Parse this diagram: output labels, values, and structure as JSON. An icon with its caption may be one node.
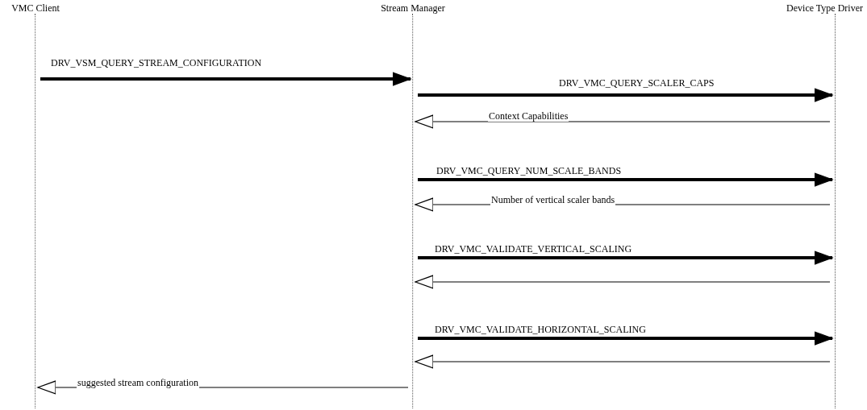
{
  "diagram": {
    "nodes": [
      {
        "text": [
          "VMC Client"
        ]
      },
      {
        "text": [
          "Stream Manager"
        ]
      },
      {
        "text": [
          "Device Type Driver"
        ]
      }
    ],
    "edges": [
      {
        "from": 0,
        "to": 1,
        "arrow": "to",
        "label": "DRV_VSM_QUERY_STREAM_CONFIGURATION",
        "style": "thick"
      },
      {
        "from": 1,
        "to": 2,
        "arrow": "to",
        "label": "DRV_VMC_QUERY_SCALER_CAPS",
        "style": "thick"
      },
      {
        "from": 2,
        "to": 1,
        "arrow": "to",
        "label": "Context Capabilities"
      },
      {
        "from": 1,
        "to": 2,
        "arrow": "to",
        "label": "DRV_VMC_QUERY_NUM_SCALE_BANDS",
        "style": "thick"
      },
      {
        "from": 2,
        "to": 1,
        "arrow": "to",
        "label": "Number of vertical scaler bands"
      },
      {
        "from": 1,
        "to": 2,
        "arrow": "to",
        "label": "DRV_VMC_VALIDATE_VERTICAL_SCALING",
        "style": "thick"
      },
      {
        "from": 2,
        "to": 1,
        "arrow": "to"
      },
      {
        "from": 1,
        "to": 2,
        "arrow": "to",
        "label": "DRV_VMC_VALIDATE_HORIZONTAL_SCALING",
        "style": "thick"
      },
      {
        "from": 2,
        "to": 1,
        "arrow": "to"
      },
      {
        "from": 1,
        "to": 0,
        "arrow": "to",
        "label": "suggested stream configuration"
      }
    ]
  }
}
